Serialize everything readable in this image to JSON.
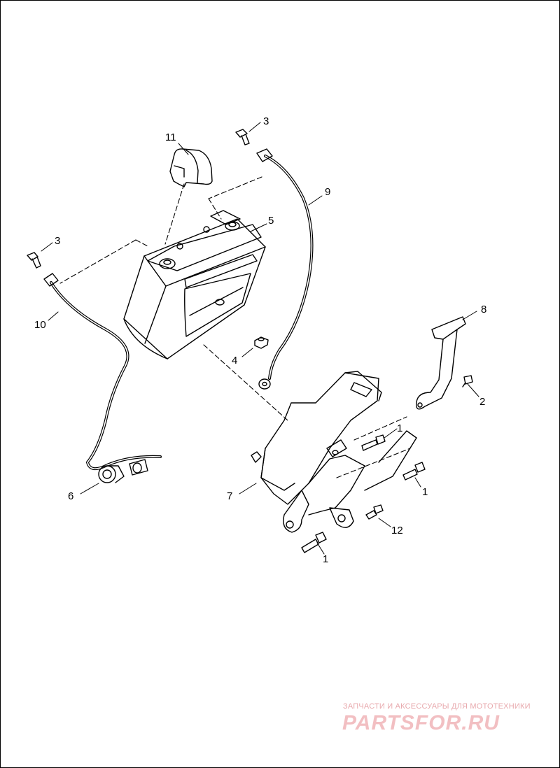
{
  "callouts": {
    "c11": "11",
    "c3a": "3",
    "c9": "9",
    "c5": "5",
    "c3b": "3",
    "c10": "10",
    "c8": "8",
    "c4": "4",
    "c2": "2",
    "c1a": "1",
    "c1b": "1",
    "c6": "6",
    "c7": "7",
    "c12": "12",
    "c1c": "1"
  },
  "watermark": {
    "subtitle": "ЗАПЧАСТИ И АКСЕССУАРЫ ДЛЯ МОТОТЕХНИКИ",
    "brand": "PARTSFOR.RU",
    "color": "#f2bfc2"
  }
}
